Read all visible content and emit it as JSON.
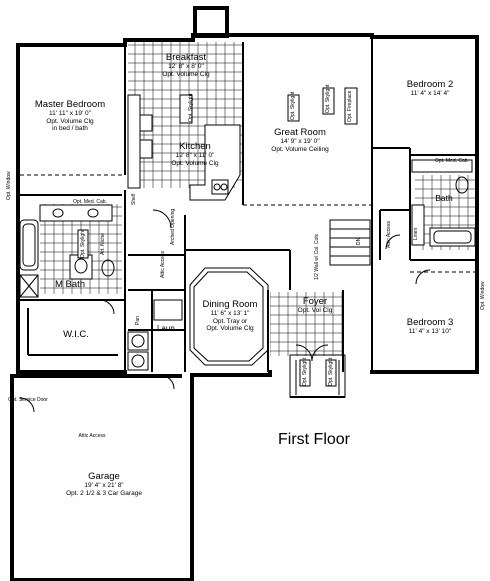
{
  "title": "First Floor",
  "rooms": {
    "breakfast": {
      "name": "Breakfast",
      "dims": "12' 8\" x 8' 0\"",
      "opt": "Opt. Volume Clg"
    },
    "master": {
      "name": "Master Bedroom",
      "dims": "11' 11\" x 19' 0\"",
      "opt": "Opt. Volume Clg",
      "opt2": "in bed / bath"
    },
    "kitchen": {
      "name": "Kitchen",
      "dims": "12' 8\" x 11' 0\"",
      "opt": "Opt. Volume Clg"
    },
    "great": {
      "name": "Great Room",
      "dims": "14' 9\" x 19' 0\"",
      "opt": "Opt. Volume Ceiling"
    },
    "bedroom2": {
      "name": "Bedroom 2",
      "dims": "11' 4\" x 14' 4\""
    },
    "dining": {
      "name": "Dining Room",
      "dims": "11' 6\" x 13' 1\"",
      "opt": "Opt. Tray or",
      "opt2": "Opt. Volume Clg"
    },
    "foyer": {
      "name": "Foyer",
      "opt": "Opt. Vol Clg"
    },
    "bedroom3": {
      "name": "Bedroom 3",
      "dims": "11' 4\" x 13' 10\""
    },
    "mbath": {
      "name": "M Bath"
    },
    "wic": {
      "name": "W.I.C."
    },
    "laun": {
      "name": "Laun."
    },
    "bath": {
      "name": "Bath"
    },
    "garage": {
      "name": "Garage",
      "dims": "19' 4\" x 21' 8\"",
      "opt": "Opt. 2 1/2 & 3 Car Garage"
    }
  },
  "notes": {
    "opt_med_cab_master": "Opt. Med. Cab.",
    "opt_med_cab_bath": "Opt. Med. Cab.",
    "opt_skylight": "Opt. Skylight",
    "attic_access": "Attic Access",
    "attic_access_garage": "Attic Access",
    "opt_service_door": "Opt. Service Door",
    "half_wall": "1/2 Wall w/ Col. Cols",
    "opt_window": "Opt. Window",
    "linen": "Linen",
    "pan": "Pan",
    "art_niche": "Art. Niche",
    "arched_opening": "Arched Opening",
    "opt_fireplace": "Opt. Fireplace",
    "shelf": "Shelf",
    "dn": "DN"
  }
}
